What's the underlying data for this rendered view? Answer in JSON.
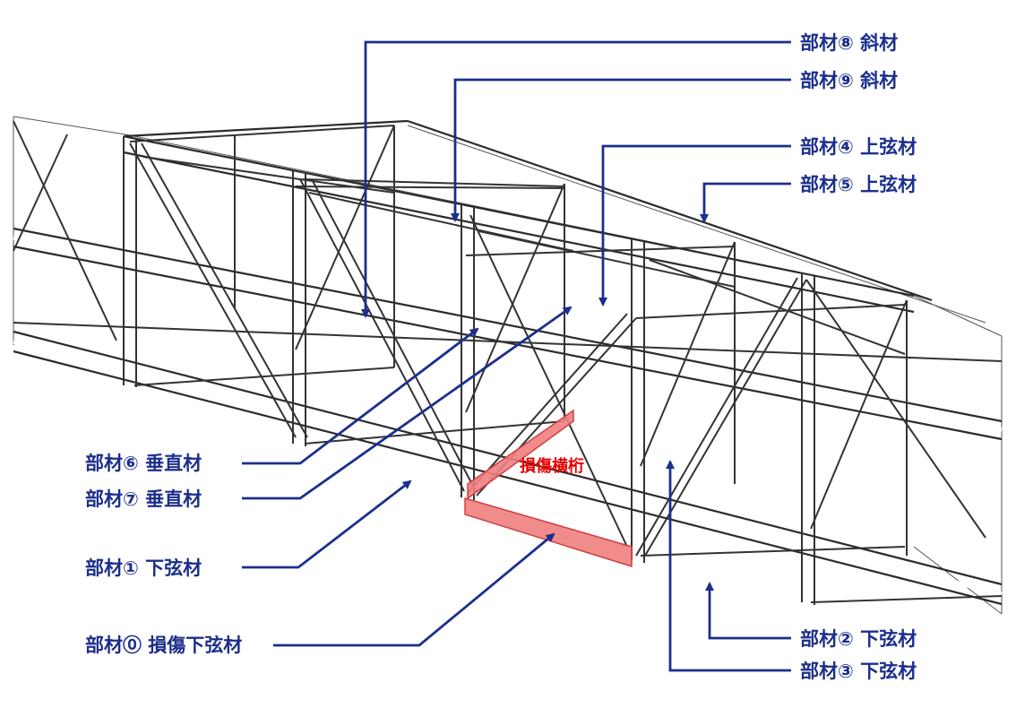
{
  "labels": {
    "m8": "部材⑧ 斜材",
    "m9": "部材⑨ 斜材",
    "m4": "部材④ 上弦材",
    "m5": "部材⑤ 上弦材",
    "m6": "部材⑥ 垂直材",
    "m7": "部材⑦ 垂直材",
    "m1": "部材① 下弦材",
    "m0": "部材⓪ 損傷下弦材",
    "m2": "部材② 下弦材",
    "m3": "部材③ 下弦材"
  },
  "damage_label": "損傷横桁",
  "colors": {
    "leader": "#1c2f8c",
    "damage_text": "#e60000",
    "damage_fill": "#f08080",
    "structure": "#2b2b2b"
  }
}
